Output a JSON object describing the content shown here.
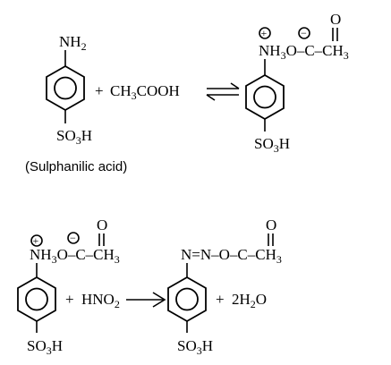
{
  "reaction1": {
    "reactant": {
      "top_group": "NH",
      "top_sub": "2",
      "bottom_group": "SO",
      "bottom_sub": "3",
      "bottom_tail": "H",
      "caption": "(Sulphanilic acid)"
    },
    "plus1": "+",
    "reagent": {
      "a": "CH",
      "a_sub": "3",
      "b": "COOH"
    },
    "product": {
      "charge_pos": "+",
      "charge_neg": "−",
      "group": "NH",
      "group_sub": "3",
      "chain": "O–C–CH",
      "chain_sub": "3",
      "carbonyl_o": "O",
      "bottom_group": "SO",
      "bottom_sub": "3",
      "bottom_tail": "H"
    }
  },
  "reaction2": {
    "reactant": {
      "charge_pos": "+",
      "charge_neg": "−",
      "group": "NH",
      "group_sub": "3",
      "chain": "O–C–CH",
      "chain_sub": "3",
      "carbonyl_o": "O",
      "bottom_group": "SO",
      "bottom_sub": "3",
      "bottom_tail": "H"
    },
    "plus1": "+",
    "reagent": {
      "a": "HNO",
      "a_sub": "2"
    },
    "product": {
      "chain": "N=N–O–C–CH",
      "chain_sub": "3",
      "carbonyl_o": "O",
      "bottom_group": "SO",
      "bottom_sub": "3",
      "bottom_tail": "H"
    },
    "plus2": "+",
    "byproduct": {
      "a": "2H",
      "a_sub": "2",
      "b": "O"
    }
  }
}
